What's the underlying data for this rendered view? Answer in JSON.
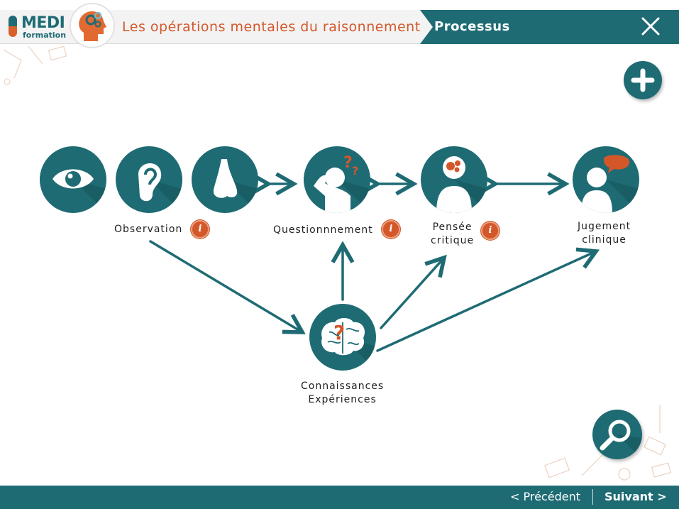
{
  "header": {
    "logo_medi": "MEDI",
    "logo_formation": "formation",
    "title": "Les opérations mentales du raisonnement",
    "section": "Processus"
  },
  "nodes": {
    "observation": {
      "label": "Observation"
    },
    "questionnement": {
      "label": "Questionnnement"
    },
    "pensee": {
      "label_line1": "Pensée",
      "label_line2": "critique"
    },
    "jugement": {
      "label_line1": "Jugement",
      "label_line2": "clinique"
    },
    "connaissances": {
      "label_line1": "Connaissances",
      "label_line2": "Expériences"
    }
  },
  "info_icon_glyph": "i",
  "footer": {
    "prev_label": "< Précédent",
    "next_label": "Suivant >"
  },
  "colors": {
    "teal": "#1e6b74",
    "orange": "#d4572a"
  }
}
